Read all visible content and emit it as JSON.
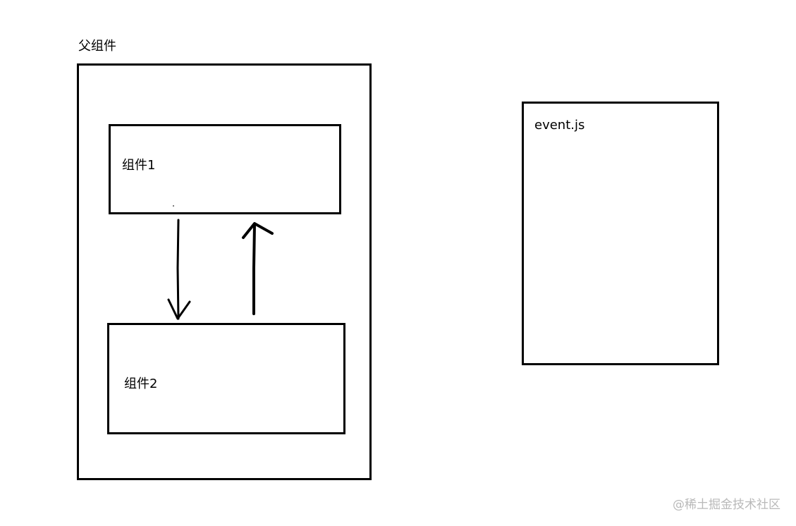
{
  "diagram": {
    "parent": {
      "label": "父组件"
    },
    "component1": {
      "label": "组件1"
    },
    "component2": {
      "label": "组件2"
    },
    "event_module": {
      "label": "event.js"
    },
    "arrows": [
      {
        "from": "component1",
        "to": "component2",
        "direction": "down"
      },
      {
        "from": "component2",
        "to": "component1",
        "direction": "up"
      }
    ]
  },
  "watermark": "@稀土掘金技术社区",
  "colors": {
    "stroke": "#000000",
    "background": "#ffffff",
    "watermark": "#b9b9b9"
  }
}
